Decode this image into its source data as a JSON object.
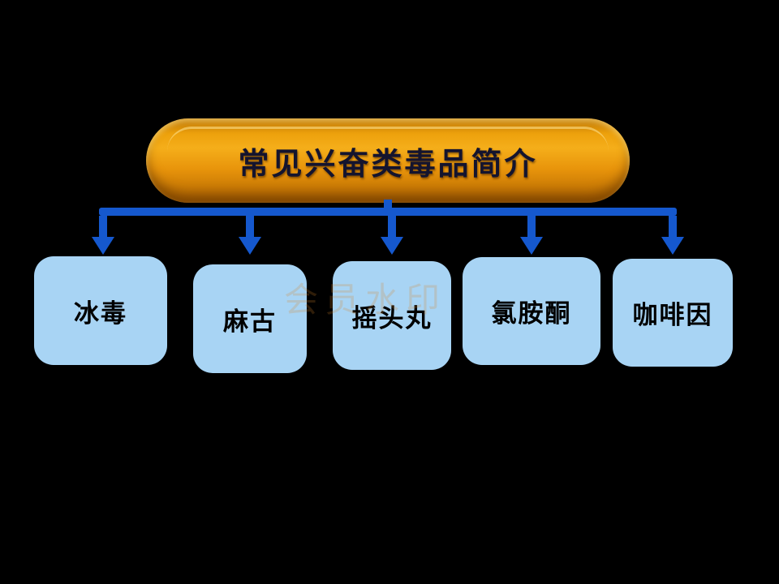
{
  "title": {
    "text": "常见兴奋类毒品简介"
  },
  "nodes": [
    {
      "label": "冰毒"
    },
    {
      "label": "麻古"
    },
    {
      "label": "摇头丸"
    },
    {
      "label": "氯胺酮"
    },
    {
      "label": "咖啡因"
    }
  ],
  "watermark": "会员水印",
  "colors": {
    "bg": "#000000",
    "banner-orange": "#E8940B",
    "banner-text": "#14142E",
    "arrow-blue": "#1558CE",
    "node-blue": "#A8D4F4",
    "node-text": "#000000"
  }
}
